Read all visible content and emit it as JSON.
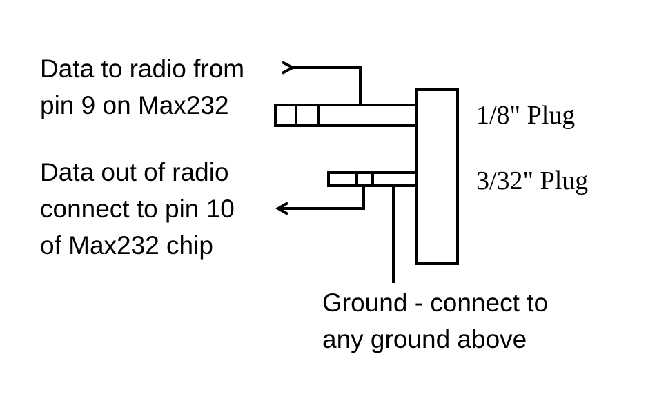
{
  "labels": {
    "data_to_radio": [
      "Data to radio from",
      "pin 9 on Max232"
    ],
    "data_out_of_radio": [
      "Data out of radio",
      "connect to pin 10",
      "of Max232 chip"
    ],
    "ground": [
      "Ground - connect to",
      "any ground above"
    ],
    "plug_1_8": "1/8\" Plug",
    "plug_3_32": "3/32\" Plug"
  },
  "colors": {
    "line": "#000000",
    "background": "#ffffff"
  }
}
